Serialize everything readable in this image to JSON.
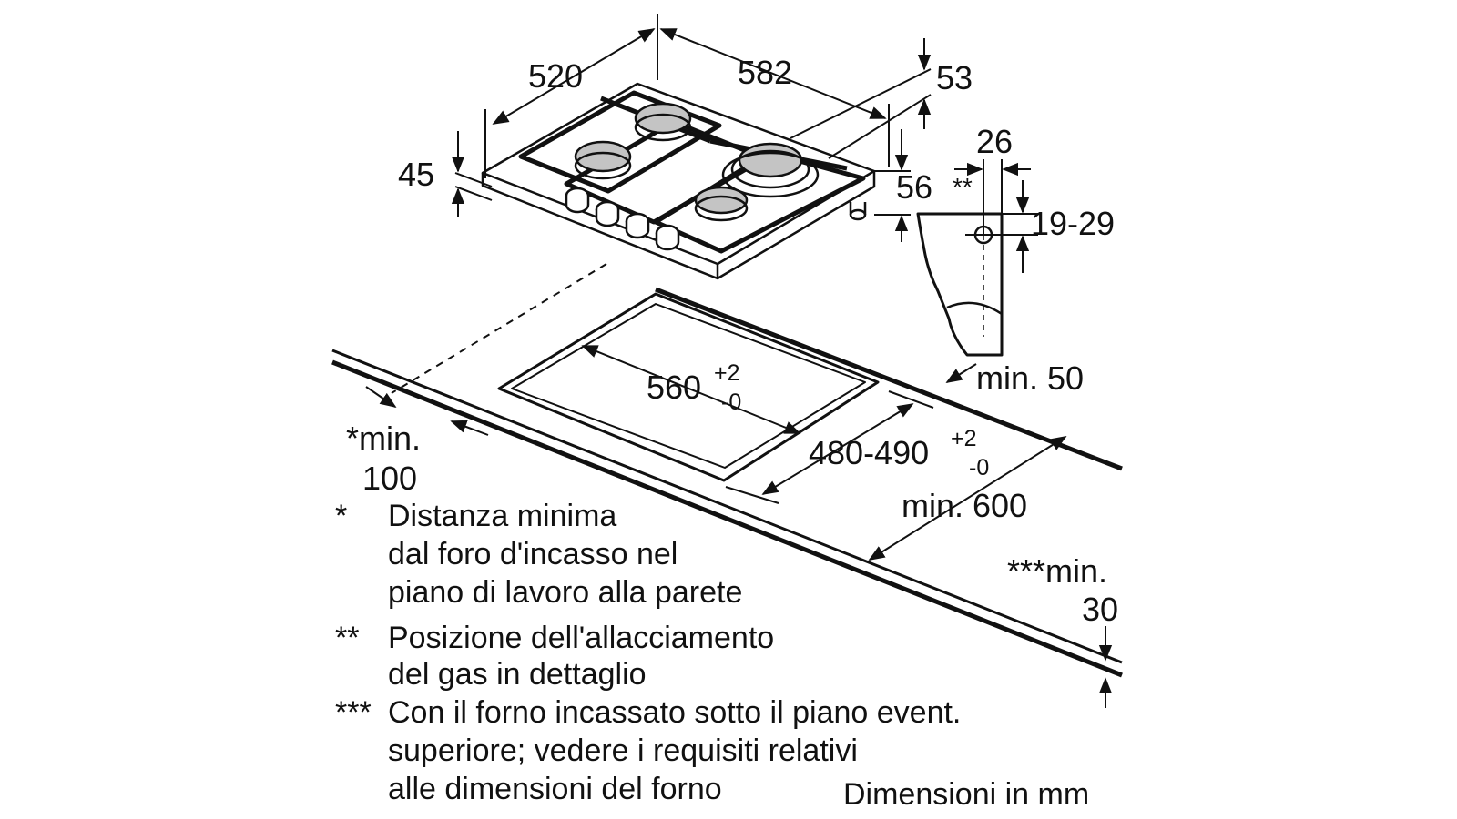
{
  "dimensions": {
    "depth": "520",
    "width": "582",
    "thickness_back": "53",
    "height_front": "45",
    "height_right": "56",
    "gas_offset": "26",
    "gas_marker": "**",
    "gas_height": "19-29",
    "cutout_width_value": "560",
    "cutout_width_plus": "+2",
    "cutout_width_minus": "-0",
    "cutout_depth_value": "480-490",
    "cutout_depth_plus": "+2",
    "cutout_depth_minus": "-0",
    "min_back": "min. 50",
    "min_side_line1": "*min.",
    "min_side_line2": "100",
    "min_depth": "min. 600",
    "min_below_line1": "***min.",
    "min_below_line2": "30"
  },
  "notes": [
    {
      "marker": "*",
      "lines": [
        "Distanza minima",
        "dal foro d'incasso nel",
        "piano di lavoro alla parete"
      ]
    },
    {
      "marker": "**",
      "lines": [
        "Posizione dell'allacciamento",
        "del gas in dettaglio"
      ]
    },
    {
      "marker": "***",
      "lines": [
        "Con il forno incassato sotto il piano event.",
        "superiore; vedere i requisiti relativi",
        "alle dimensioni del forno"
      ]
    }
  ],
  "units_label": "Dimensioni in mm"
}
